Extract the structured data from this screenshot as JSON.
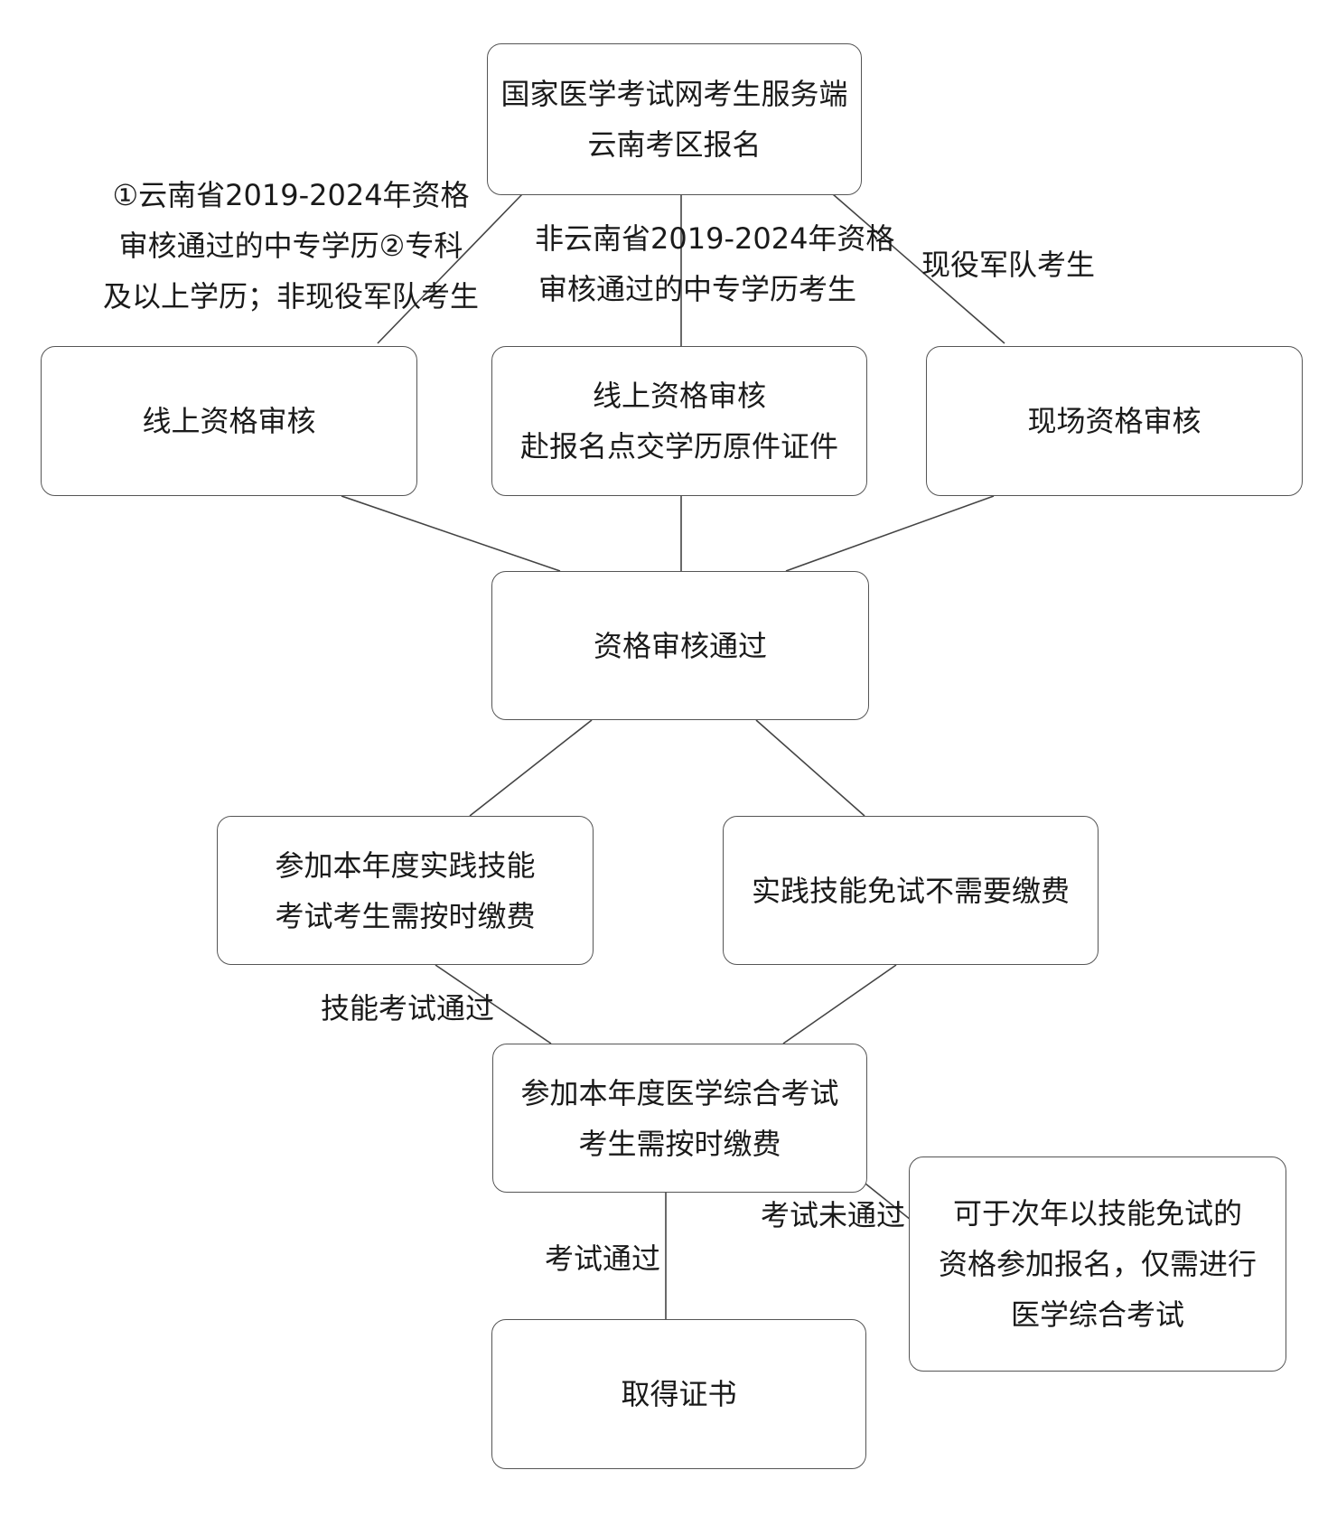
{
  "nodes": {
    "start": {
      "line1": "国家医学考试网考生服务端",
      "line2": "云南考区报名"
    },
    "online_review": {
      "line1": "线上资格审核"
    },
    "online_review_original": {
      "line1": "线上资格审核",
      "line2": "赴报名点交学历原件证件"
    },
    "onsite_review": {
      "line1": "现场资格审核"
    },
    "review_passed": {
      "line1": "资格审核通过"
    },
    "skills_exam": {
      "line1": "参加本年度实践技能",
      "line2": "考试考生需按时缴费"
    },
    "skills_exempt": {
      "line1": "实践技能免试不需要缴费"
    },
    "comprehensive_exam": {
      "line1": "参加本年度医学综合考试",
      "line2": "考生需按时缴费"
    },
    "next_year": {
      "line1": "可于次年以技能免试的",
      "line2": "资格参加报名，仅需进行",
      "line3": "医学综合考试"
    },
    "certificate": {
      "line1": "取得证书"
    }
  },
  "edge_labels": {
    "yunnan_qualified": {
      "line1": "①云南省2019-2024年资格",
      "line2": "审核通过的中专学历②专科",
      "line3": "及以上学历；非现役军队考生"
    },
    "non_yunnan": {
      "line1": "非云南省2019-2024年资格",
      "line2": "审核通过的中专学历考生"
    },
    "military": "现役军队考生",
    "skills_passed": "技能考试通过",
    "exam_passed": "考试通过",
    "exam_failed": "考试未通过"
  }
}
